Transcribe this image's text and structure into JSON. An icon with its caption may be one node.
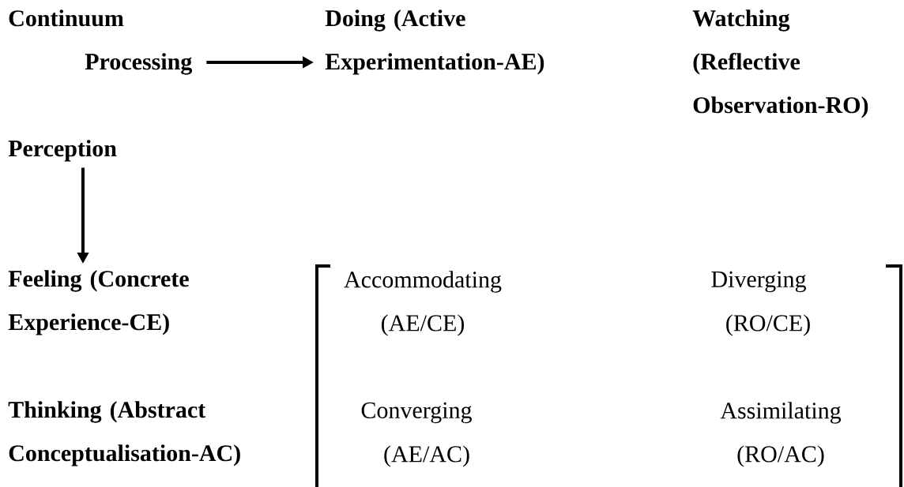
{
  "diagram": {
    "nodes": [
      {
        "text": [
          "Processing"
        ]
      },
      {
        "text": [
          "Doing (Active Experimentation-AE)"
        ]
      },
      {
        "text": [
          "Perception"
        ]
      },
      {
        "text": [
          "Feeling (Concrete Experience-CE)"
        ]
      }
    ],
    "edges": [
      {
        "from": 0,
        "to": 1,
        "arrow": "to"
      },
      {
        "from": 2,
        "to": 3,
        "arrow": "to"
      }
    ],
    "labels": [
      "Continuum",
      "Watching (Reflective Observation-RO)",
      "Thinking (Abstract Conceptualisation-AC)",
      "Accommodating",
      "Diverging",
      "(AE/CE)",
      "(RO/CE)",
      "Converging",
      "Assimilating",
      "(AE/AC)",
      "(RO/AC)"
    ]
  }
}
